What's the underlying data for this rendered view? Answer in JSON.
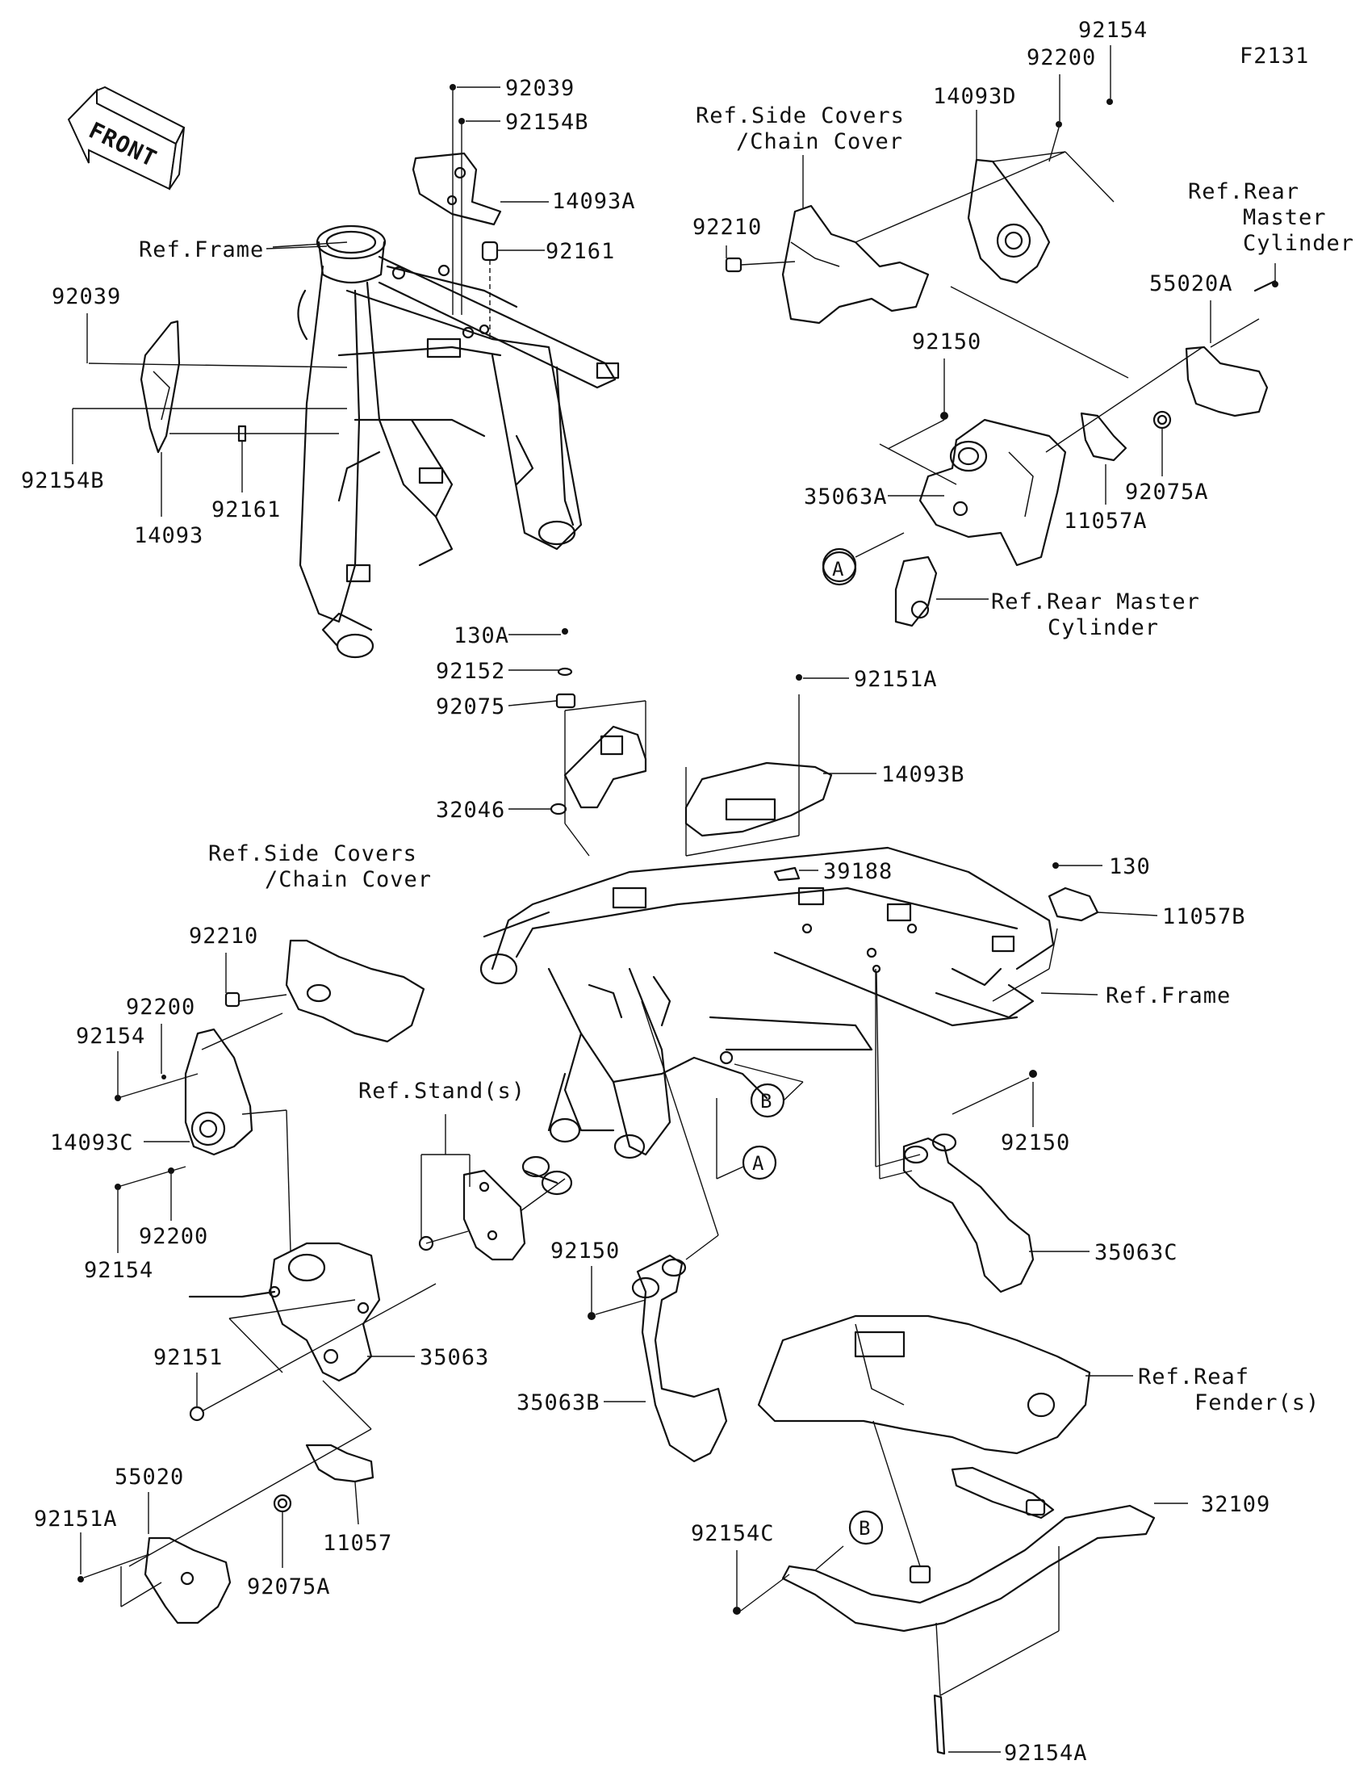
{
  "diagram_code": "F2131",
  "front_badge": "FRONT",
  "ref_markers": [
    "A",
    "B"
  ],
  "labels": {
    "p92154_top": "92154",
    "p92200_top": "92200",
    "p92039_top": "92039",
    "p92154B_top": "92154B",
    "p14093D": "14093D",
    "ref_side_covers_top_1": "Ref.Side Covers",
    "ref_side_covers_top_2": "/Chain Cover",
    "p14093A": "14093A",
    "ref_frame_top": "Ref.Frame",
    "p92161_top": "92161",
    "ref_rear_master_1": "Ref.Rear",
    "ref_rear_master_2": "Master",
    "ref_rear_master_3": "Cylinder",
    "p92210_top": "92210",
    "p92039_left": "92039",
    "p55020A": "55020A",
    "p92150_top": "92150",
    "p92154B_left": "92154B",
    "p14093": "14093",
    "p92161_left": "92161",
    "p35063A": "35063A",
    "p11057A": "11057A",
    "p92075A_top": "92075A",
    "ref_rear_master_cyl_1": "Ref.Rear Master",
    "ref_rear_master_cyl_2": "Cylinder",
    "p130A": "130A",
    "p92152": "92152",
    "p92075": "92075",
    "p92151A_top": "92151A",
    "p14093B": "14093B",
    "p32046": "32046",
    "p39188": "39188",
    "p130": "130",
    "p11057B": "11057B",
    "ref_side_covers_left_1": "Ref.Side Covers",
    "ref_side_covers_left_2": "/Chain Cover",
    "p92210_left": "92210",
    "ref_frame_mid": "Ref.Frame",
    "p92200_left": "92200",
    "p92154_left": "92154",
    "ref_stands": "Ref.Stand(s)",
    "p14093C": "14093C",
    "p92150_right": "92150",
    "p92200_left2": "92200",
    "p92154_left2": "92154",
    "p92150_mid": "92150",
    "p35063C": "35063C",
    "p92151": "92151",
    "p35063": "35063",
    "ref_rear_fender_1": "Ref.Reaf",
    "ref_rear_fender_2": "Fender(s)",
    "p35063B": "35063B",
    "p55020": "55020",
    "p32109": "32109",
    "p92151A_left": "92151A",
    "p11057": "11057",
    "p92154C": "92154C",
    "p92075A_bottom": "92075A",
    "p92154A": "92154A"
  }
}
